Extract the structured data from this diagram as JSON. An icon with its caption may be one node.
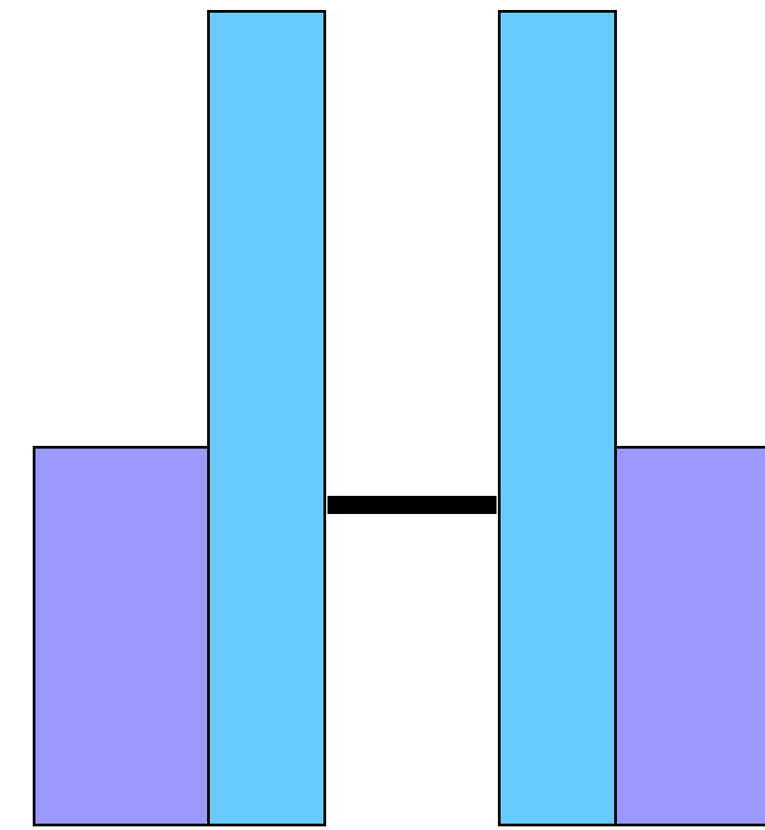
{
  "diagram": {
    "nodes": [
      {
        "text": [],
        "shape": "box"
      },
      {
        "text": [],
        "shape": "bar"
      },
      {
        "text": [],
        "shape": "bar"
      },
      {
        "text": [],
        "shape": "box"
      }
    ],
    "edges": [
      {
        "from": 1,
        "to": 2,
        "arrow": "none"
      }
    ]
  }
}
